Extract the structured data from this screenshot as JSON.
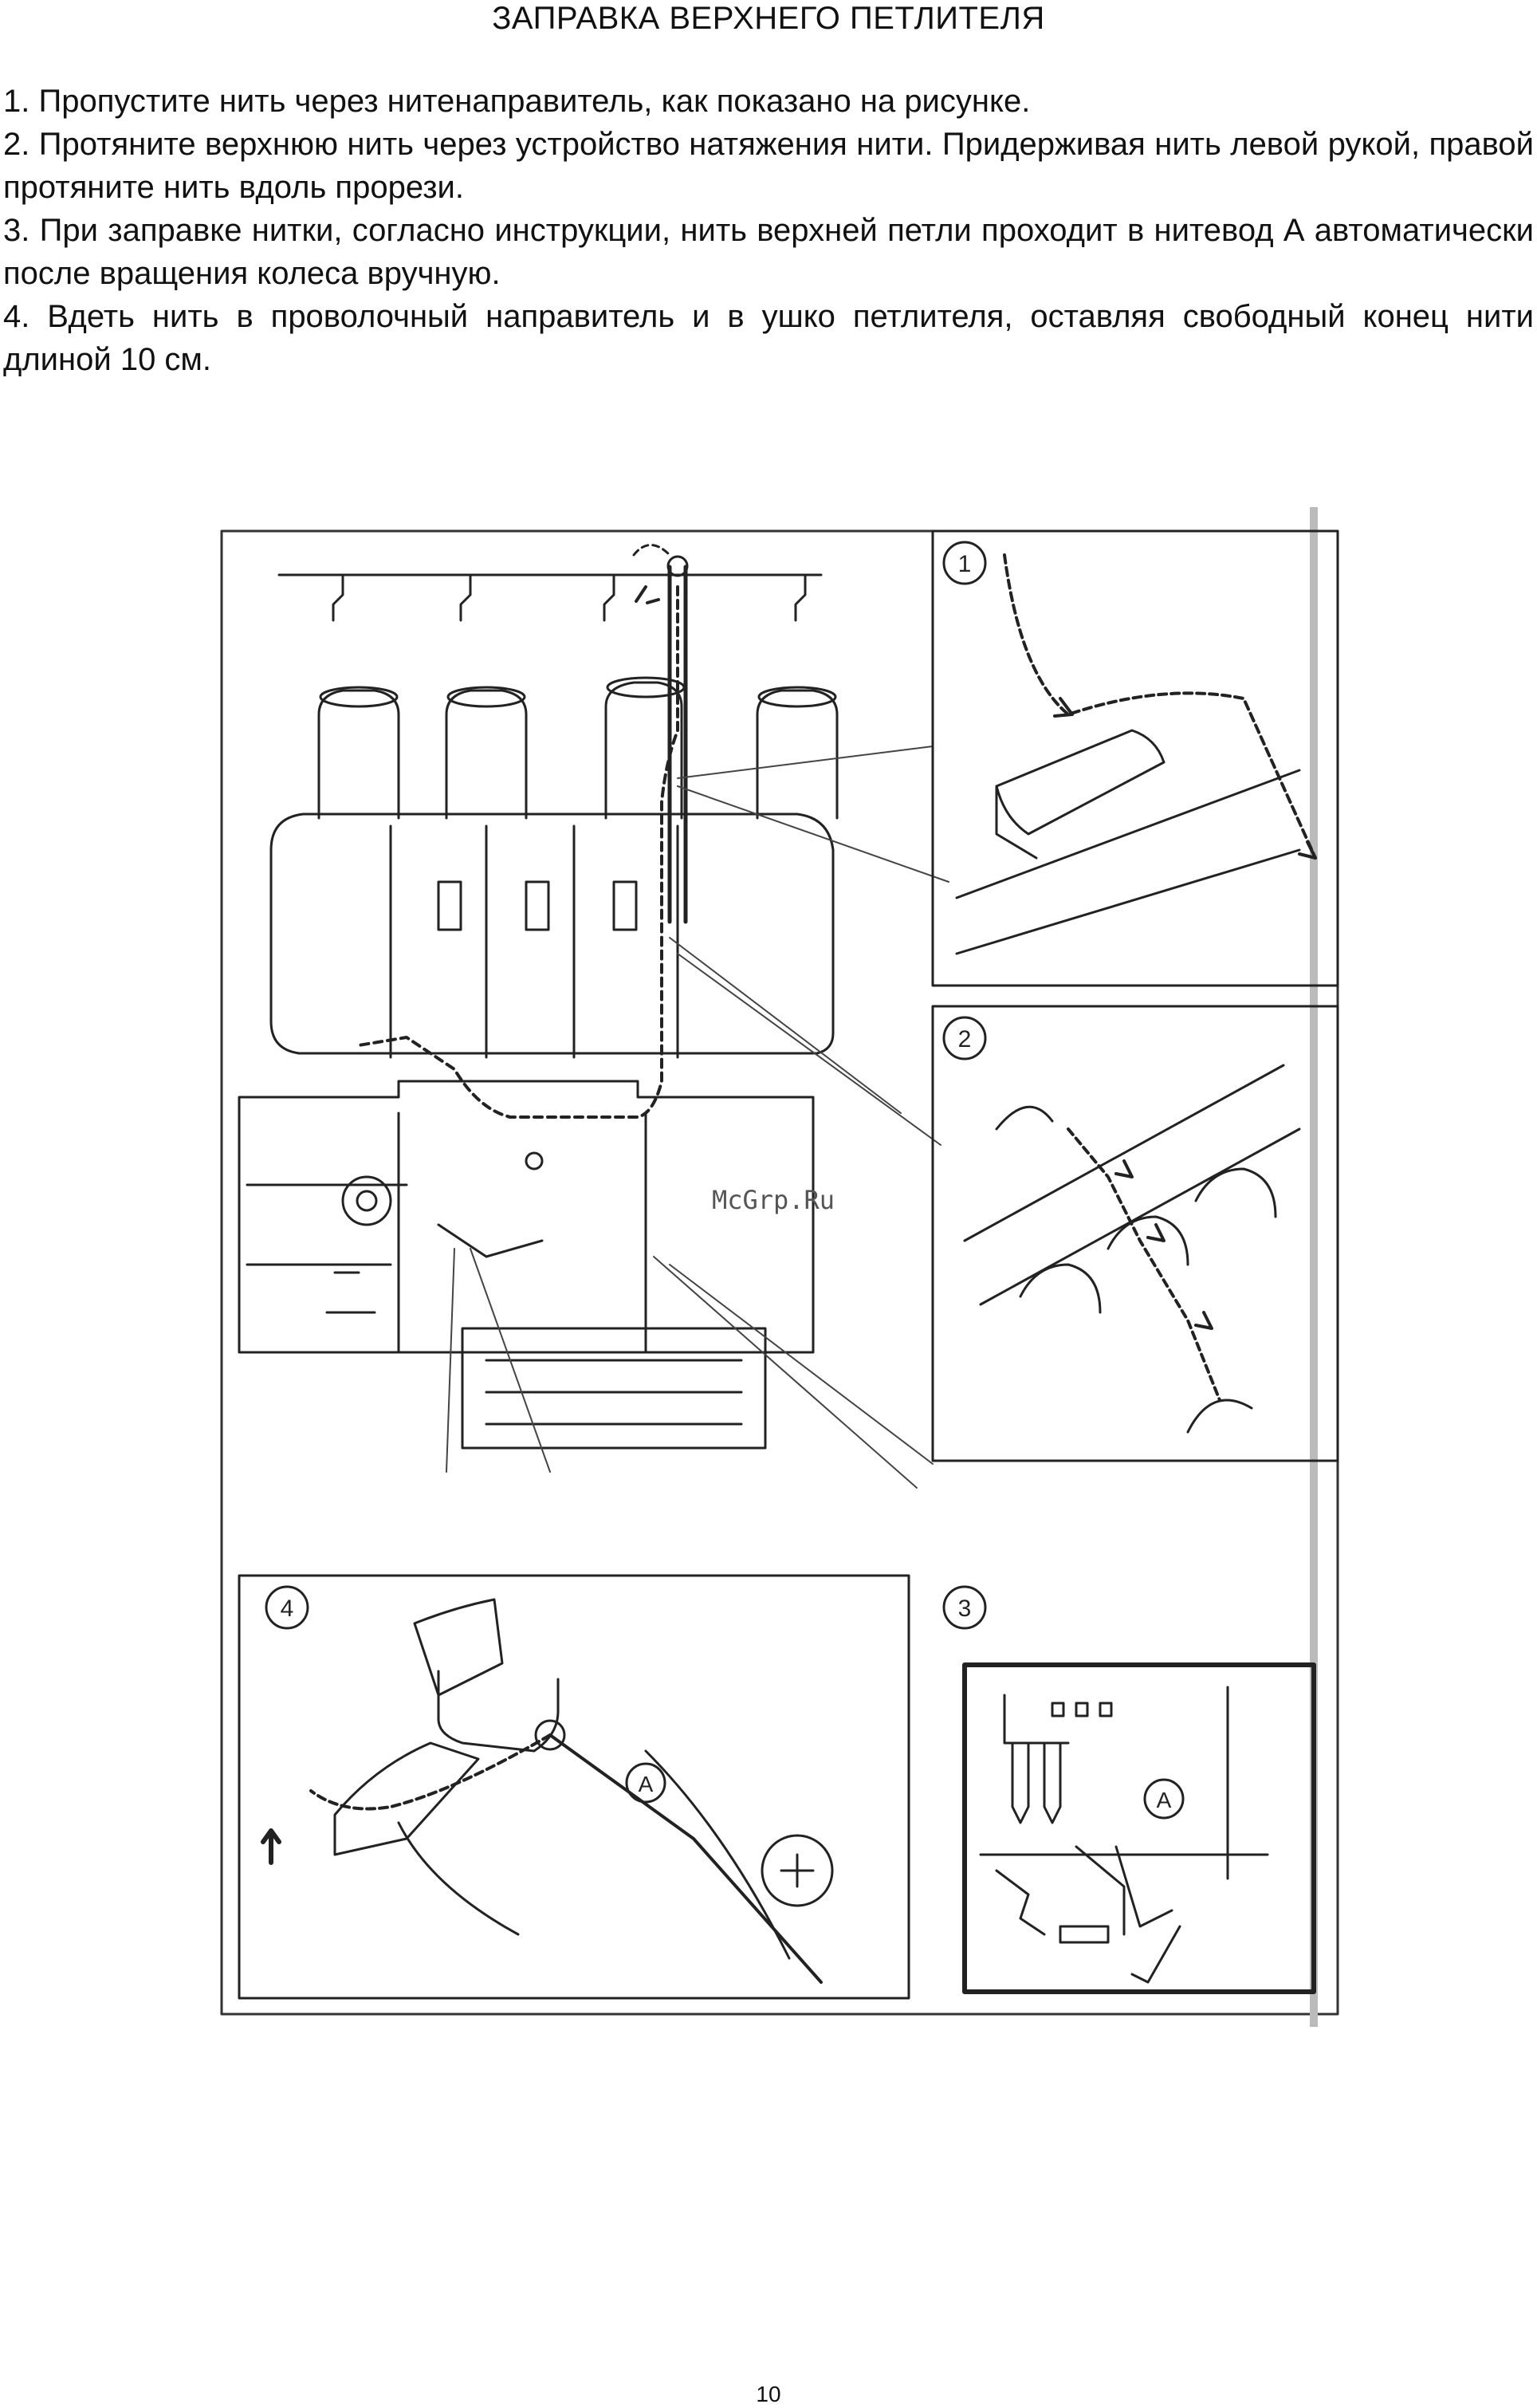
{
  "document": {
    "title": "ЗАПРАВКА ВЕРХНЕГО ПЕТЛИТЕЛЯ",
    "steps": [
      "1. Пропустите нить через нитенаправитель, как показано на рисунке.",
      "2. Протяните верхнюю нить через устройство натяжения нити. Придерживая нить левой рукой, правой протяните нить вдоль прорези.",
      "3. При заправке нитки, согласно инструкции, нить верхней петли проходит в нитевод А автоматически после вращения колеса вручную.",
      "4. Вдеть нить в проволочный направитель и в ушко петлителя, оставляя свободный конец нити длиной 10 см."
    ],
    "page_number": "10"
  },
  "figure": {
    "panel_labels": [
      "1",
      "2",
      "3",
      "4"
    ],
    "point_label": "A",
    "watermark": "McGrp.Ru"
  }
}
